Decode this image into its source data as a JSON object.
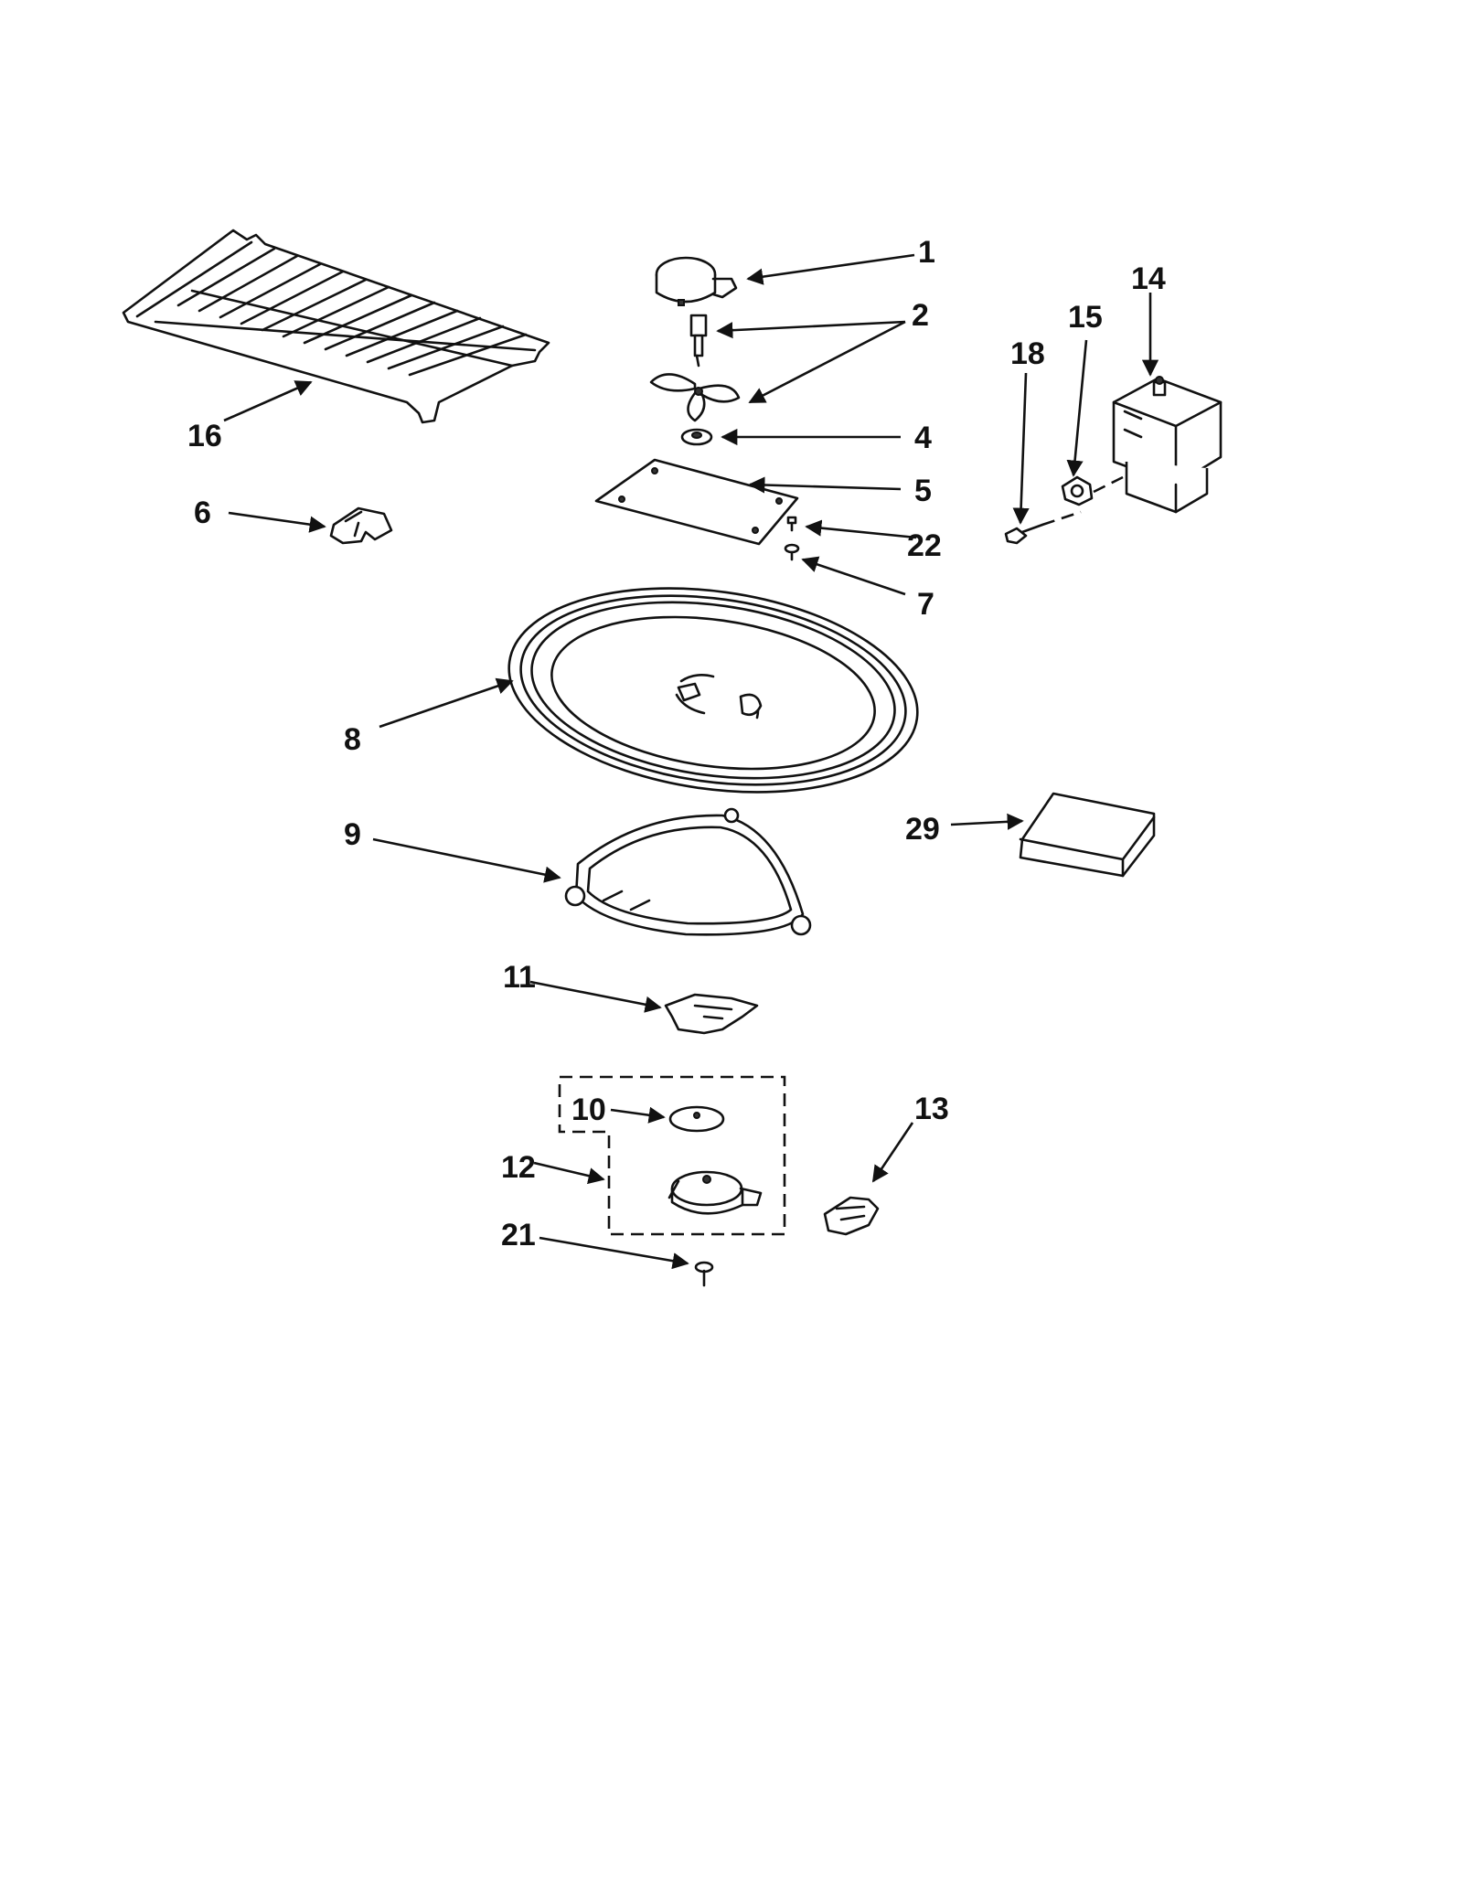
{
  "callouts": {
    "p1": "1",
    "p2": "2",
    "p4": "4",
    "p5": "5",
    "p6": "6",
    "p7": "7",
    "p8": "8",
    "p9": "9",
    "p10": "10",
    "p11": "11",
    "p12": "12",
    "p13": "13",
    "p14": "14",
    "p15": "15",
    "p16": "16",
    "p18": "18",
    "p21": "21",
    "p22": "22",
    "p29": "29"
  },
  "colors": {
    "ink": "#111111",
    "background": "#ffffff"
  }
}
